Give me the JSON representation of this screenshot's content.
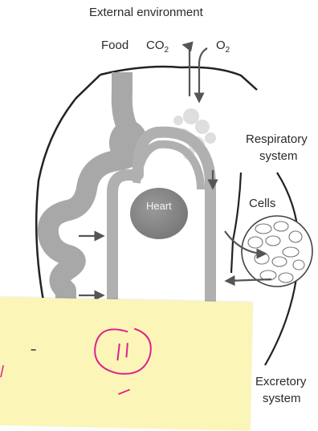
{
  "labels": {
    "external_environment": "External environment",
    "food": "Food",
    "co2": "CO",
    "co2_sub": "2",
    "o2": "O",
    "o2_sub": "2",
    "respiratory_line1": "Respiratory",
    "respiratory_line2": "system",
    "heart": "Heart",
    "cells": "Cells",
    "excretory_line1": "Excretory",
    "excretory_line2": "system"
  },
  "sticky_note": {
    "color": "#fbf5b8",
    "drawing": "smiley-face",
    "ink_color": "#e0218a"
  },
  "colors": {
    "tube": "#a3a3a3",
    "outline": "#222222",
    "arrow": "#555555",
    "heart": "#8a8a8a",
    "cells": "#666666"
  }
}
